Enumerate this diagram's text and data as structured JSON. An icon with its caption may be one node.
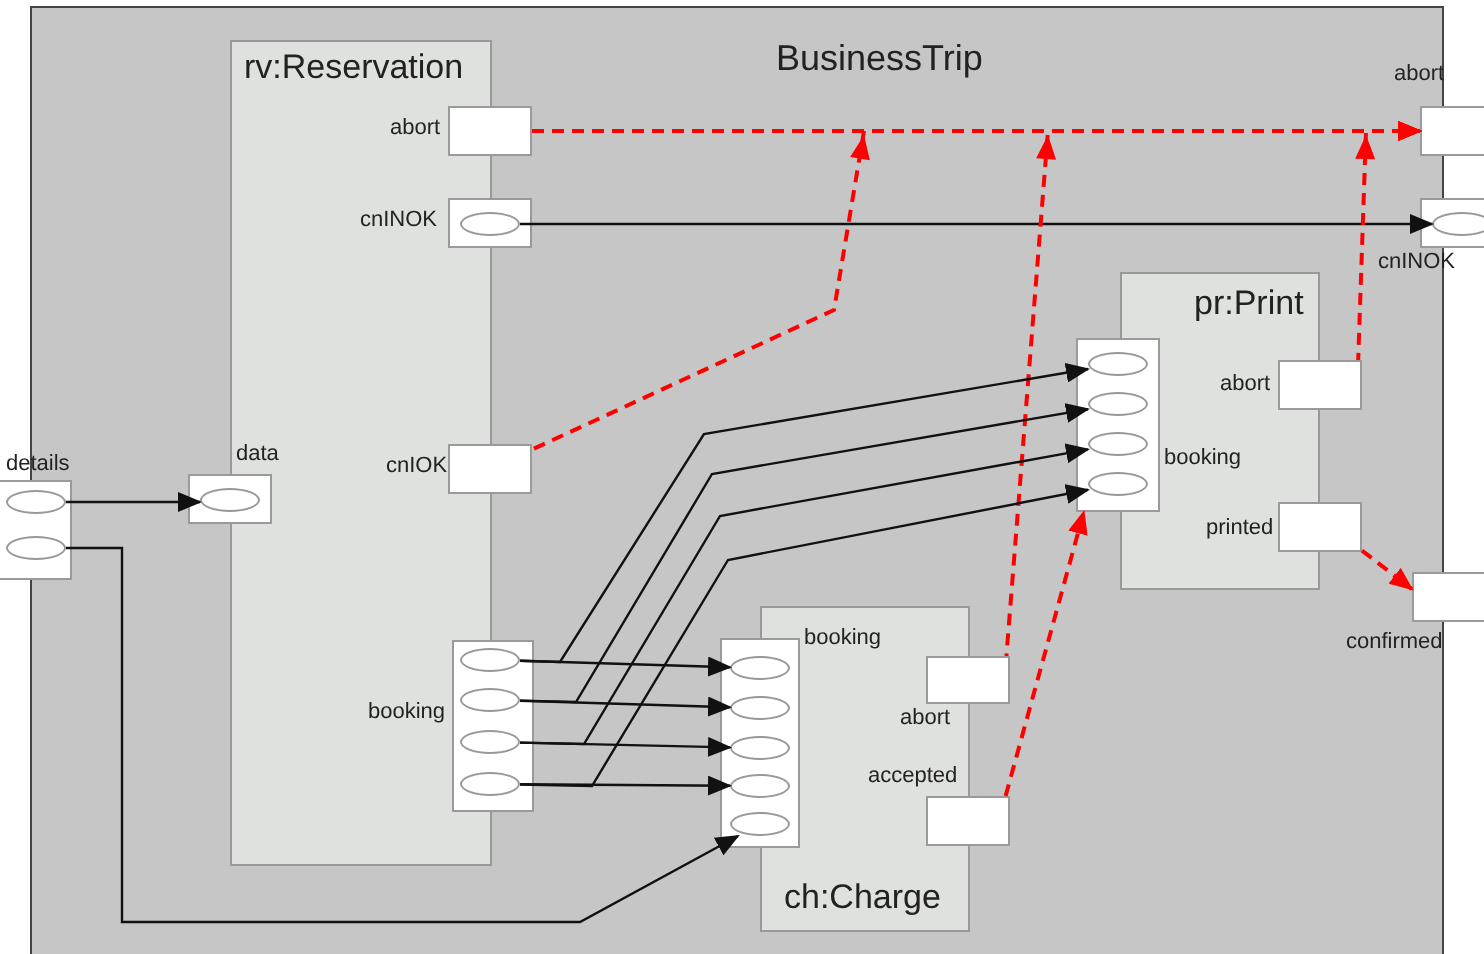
{
  "diagram": {
    "nodes": [
      {
        "text": [
          "BusinessTrip"
        ]
      },
      {
        "text": [
          "rv:Reservation"
        ],
        "in": 0
      },
      {
        "text": [],
        "shape": "box",
        "beside": [
          "abort"
        ],
        "in": 0
      },
      {
        "text": [],
        "shape": "box",
        "beside": [
          "cnINOK"
        ],
        "in": 0
      },
      {
        "text": [],
        "shape": "ellipse",
        "in": 3
      },
      {
        "text": [],
        "shape": "box",
        "beside": [
          "cnIOK"
        ],
        "in": 0
      },
      {
        "text": [],
        "shape": "box",
        "beside": [
          "details"
        ]
      },
      {
        "text": [],
        "shape": "ellipse",
        "in": 6
      },
      {
        "text": [],
        "shape": "ellipse",
        "in": 6
      },
      {
        "text": [],
        "shape": "box",
        "beside": [
          "data"
        ],
        "in": 0
      },
      {
        "text": [],
        "shape": "ellipse",
        "in": 9
      },
      {
        "text": [],
        "shape": "box",
        "beside": [
          "booking"
        ],
        "in": 0
      },
      {
        "text": [],
        "shape": "ellipse",
        "in": 11
      },
      {
        "text": [],
        "shape": "ellipse",
        "in": 11
      },
      {
        "text": [],
        "shape": "ellipse",
        "in": 11
      },
      {
        "text": [],
        "shape": "ellipse",
        "in": 11
      },
      {
        "text": [
          "pr:Print"
        ],
        "in": 0
      },
      {
        "text": [],
        "shape": "box",
        "beside": [
          "booking"
        ],
        "in": 0
      },
      {
        "text": [],
        "shape": "ellipse",
        "in": 17
      },
      {
        "text": [],
        "shape": "ellipse",
        "in": 17
      },
      {
        "text": [],
        "shape": "ellipse",
        "in": 17
      },
      {
        "text": [],
        "shape": "ellipse",
        "in": 17
      },
      {
        "text": [],
        "shape": "box",
        "beside": [
          "abort"
        ],
        "in": 0
      },
      {
        "text": [],
        "shape": "box",
        "beside": [
          "printed"
        ],
        "in": 0
      },
      {
        "text": [
          "ch:Charge"
        ],
        "in": 0
      },
      {
        "text": [],
        "shape": "box",
        "beside": [
          "booking"
        ],
        "in": 0
      },
      {
        "text": [],
        "shape": "ellipse",
        "in": 25
      },
      {
        "text": [],
        "shape": "ellipse",
        "in": 25
      },
      {
        "text": [],
        "shape": "ellipse",
        "in": 25
      },
      {
        "text": [],
        "shape": "ellipse",
        "in": 25
      },
      {
        "text": [],
        "shape": "ellipse",
        "in": 25
      },
      {
        "text": [],
        "shape": "box",
        "beside": [
          "abort"
        ],
        "in": 0
      },
      {
        "text": [],
        "shape": "box",
        "beside": [
          "accepted"
        ],
        "in": 0
      },
      {
        "text": [],
        "shape": "box",
        "beside": [
          "abort"
        ]
      },
      {
        "text": [],
        "shape": "box",
        "beside": [
          "cnINOK"
        ]
      },
      {
        "text": [],
        "shape": "ellipse",
        "in": 34
      },
      {
        "text": [],
        "shape": "box",
        "beside": [
          "confirmed"
        ]
      }
    ],
    "edges": [
      {
        "from": 7,
        "to": 10,
        "arrow": "to"
      },
      {
        "from": 8,
        "to": 30,
        "arrow": "to"
      },
      {
        "from": 4,
        "to": 35,
        "arrow": "to"
      },
      {
        "from": 2,
        "to": 33,
        "arrow": "to",
        "style": "dashed",
        "color": "#ff0000"
      },
      {
        "from": 5,
        "to": 33,
        "arrow": "to",
        "style": "dashed",
        "color": "#ff0000"
      },
      {
        "from": 31,
        "to": 33,
        "arrow": "to",
        "style": "dashed",
        "color": "#ff0000"
      },
      {
        "from": 22,
        "to": 33,
        "arrow": "to",
        "style": "dashed",
        "color": "#ff0000"
      },
      {
        "from": 23,
        "to": 36,
        "arrow": "to",
        "style": "dashed",
        "color": "#ff0000"
      },
      {
        "from": 32,
        "to": 17,
        "arrow": "to",
        "style": "dashed",
        "color": "#ff0000"
      },
      {
        "from": 12,
        "to": 26,
        "arrow": "to"
      },
      {
        "from": 13,
        "to": 27,
        "arrow": "to"
      },
      {
        "from": 14,
        "to": 28,
        "arrow": "to"
      },
      {
        "from": 15,
        "to": 29,
        "arrow": "to"
      },
      {
        "from": 12,
        "to": 18,
        "arrow": "to"
      },
      {
        "from": 13,
        "to": 19,
        "arrow": "to"
      },
      {
        "from": 14,
        "to": 20,
        "arrow": "to"
      },
      {
        "from": 15,
        "to": 21,
        "arrow": "to"
      }
    ]
  }
}
